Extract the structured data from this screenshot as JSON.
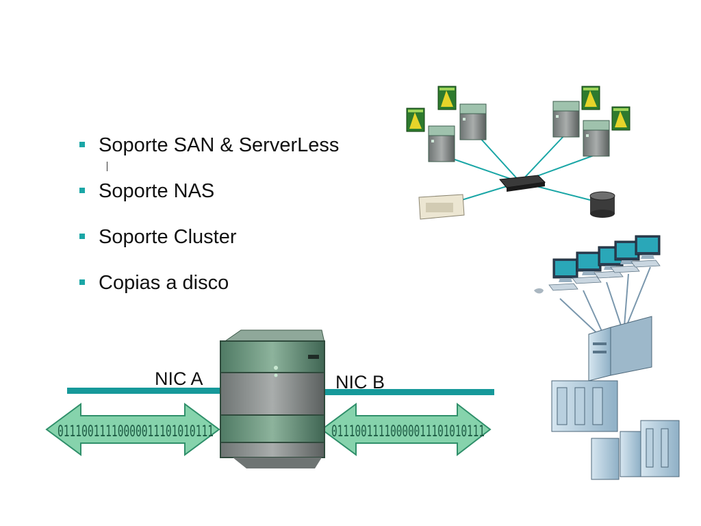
{
  "bullets": [
    {
      "text": "Soporte SAN & ServerLess"
    },
    {
      "text": "Soporte NAS"
    },
    {
      "text": "Soporte Cluster"
    },
    {
      "text": "Copias a disco"
    }
  ],
  "nics": {
    "a": "NIC A",
    "b": "NIC B"
  },
  "binary_stream": "01110011110000011101010111",
  "colors": {
    "accent": "#1aa6a6",
    "line": "#16999a",
    "arrow": "#7fd1a9",
    "server": "#5f8a73"
  }
}
